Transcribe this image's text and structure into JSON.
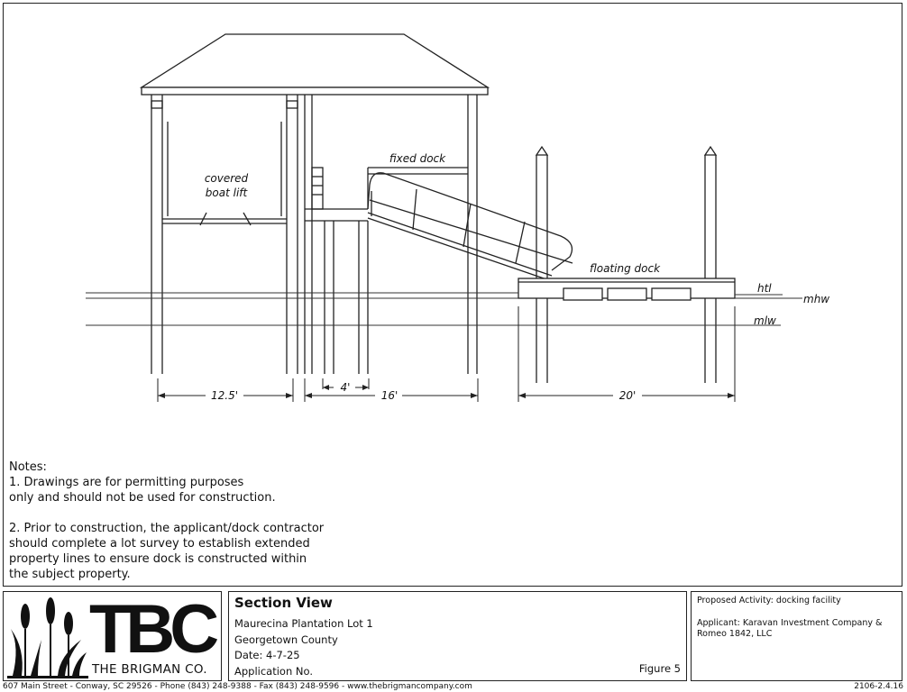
{
  "labels": {
    "covered_boat_lift_1": "covered",
    "covered_boat_lift_2": "boat lift",
    "fixed_dock": "fixed dock",
    "floating_dock": "floating dock",
    "htl": "htl",
    "mhw": "mhw",
    "mlw": "mlw"
  },
  "dimensions": {
    "lift_width": "12.5'",
    "walkway_width": "4'",
    "fixed_dock_width": "16'",
    "floating_dock_width": "20'"
  },
  "notes": {
    "heading": "Notes:",
    "note1_line1": "1. Drawings are for permitting purposes",
    "note1_line2": "only and should not be used for construction.",
    "note2_line1": "2. Prior to construction, the applicant/dock contractor",
    "note2_line2": "should complete a lot survey to establish extended",
    "note2_line3": "property lines to ensure dock is constructed within",
    "note2_line4": "the subject property."
  },
  "title_block": {
    "logo_brand": "TBC",
    "logo_name": "THE BRIGMAN CO.",
    "title": "Section View",
    "line1": "Maurecina Plantation Lot 1",
    "line2": "Georgetown County",
    "line3": "Date: 4-7-25",
    "line4": "Application No.",
    "figure": "Figure 5",
    "proposed_activity": "Proposed Activity: docking facility",
    "applicant": "Applicant: Karavan Investment Company & Romeo 1842, LLC"
  },
  "footer": {
    "address": "607 Main Street - Conway, SC 29526 - Phone (843) 248-9388 - Fax (843) 248-9596 - www.thebrigmancompany.com",
    "code": "2106-2.4.16"
  }
}
